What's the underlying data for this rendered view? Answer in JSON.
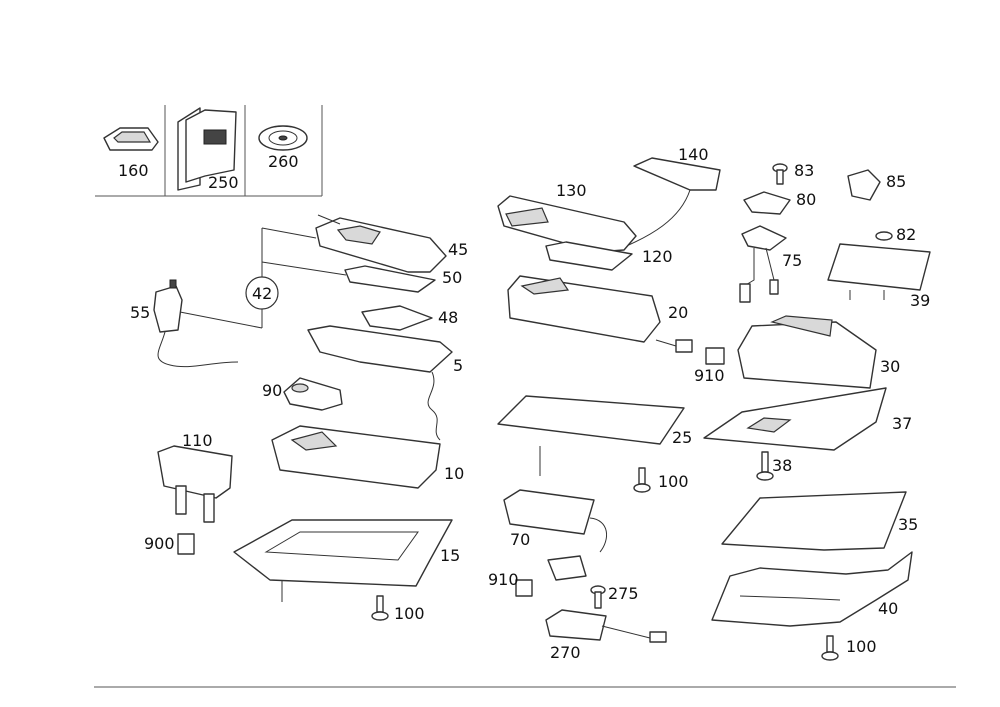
{
  "labels": {
    "l160": "160",
    "l250": "250",
    "l260": "260",
    "l140": "140",
    "l130": "130",
    "l120": "120",
    "l83": "83",
    "l80": "80",
    "l85": "85",
    "l82": "82",
    "l75": "75",
    "l39": "39",
    "l45": "45",
    "l50": "50",
    "l42": "42",
    "l48": "48",
    "l55": "55",
    "l5": "5",
    "l90": "90",
    "l10": "10",
    "l110": "110",
    "l900": "900",
    "l15": "15",
    "l100a": "100",
    "l20": "20",
    "l910a": "910",
    "l30": "30",
    "l25": "25",
    "l37": "37",
    "l38": "38",
    "l100b": "100",
    "l70": "70",
    "l35": "35",
    "l910b": "910",
    "l275": "275",
    "l270": "270",
    "l40": "40",
    "l100c": "100"
  }
}
